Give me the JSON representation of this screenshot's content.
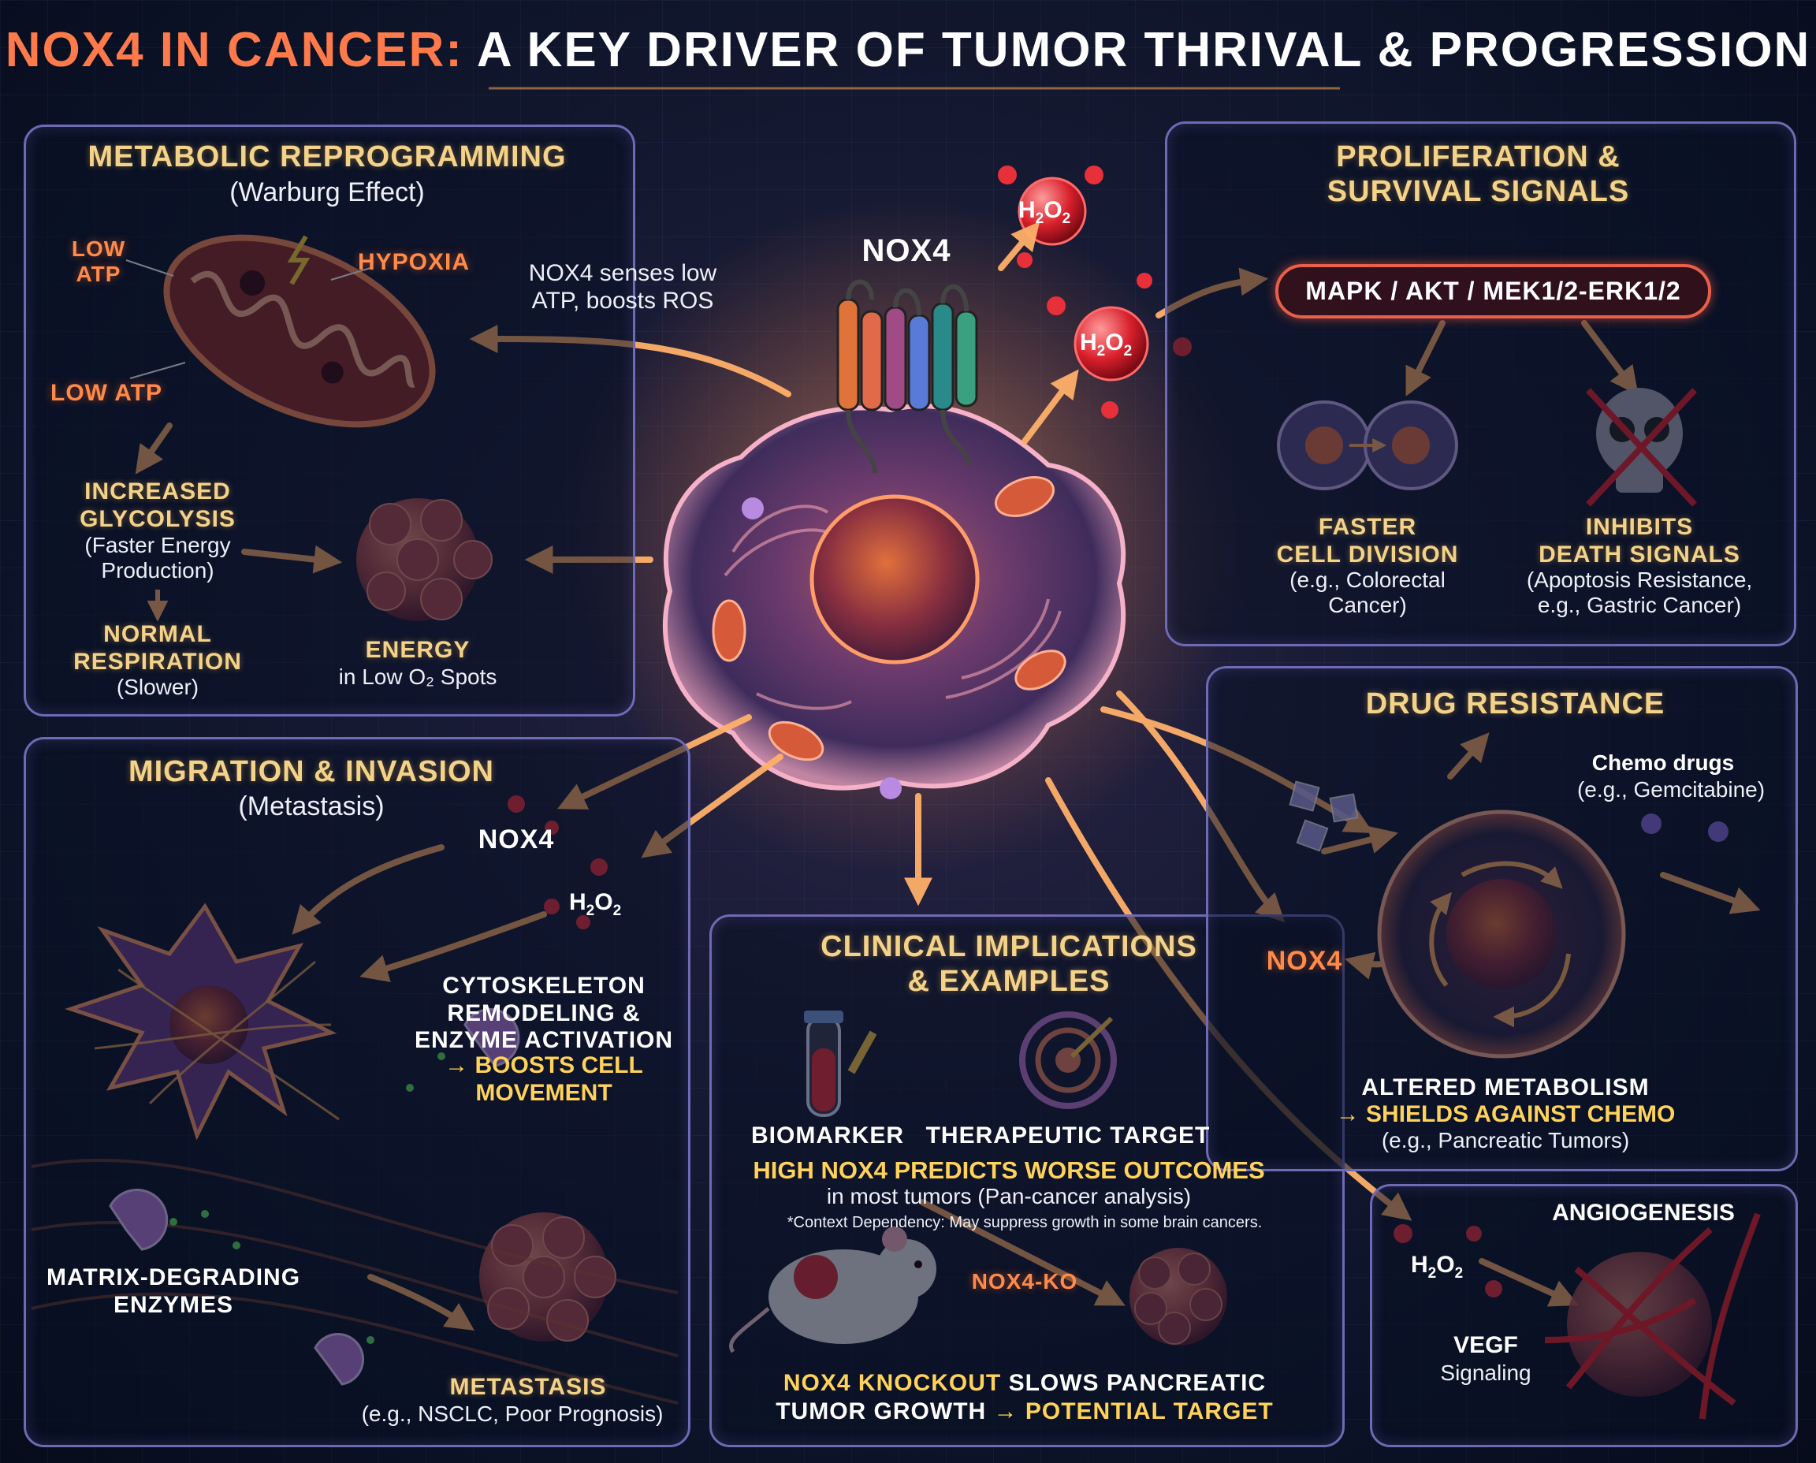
{
  "title": {
    "part1": "NOX4 IN CANCER:",
    "part2": "A KEY DRIVER OF TUMOR THRIVAL & PROGRESSION"
  },
  "metabolic": {
    "heading": "METABOLIC REPROGRAMMING",
    "subheading": "(Warburg Effect)",
    "low_atp_top": "LOW\nATP",
    "hypoxia": "HYPOXIA",
    "low_atp": "LOW ATP",
    "glycolysis_title": "INCREASED\nGLYCOLYSIS",
    "glycolysis_desc": "(Faster Energy\nProduction)",
    "respiration_title": "NORMAL\nRESPIRATION",
    "respiration_desc": "(Slower)",
    "energy_title": "ENERGY",
    "energy_desc": "in Low O₂ Spots"
  },
  "center": {
    "nox4": "NOX4",
    "senses": "NOX4 senses low\nATP, boosts ROS",
    "h2o2_main": "H",
    "h2o2_sub": "2",
    "h2o2_o": "O",
    "h2o2_sub2": "2"
  },
  "proliferation": {
    "heading": "PROLIFERATION &\nSURVIVAL SIGNALS",
    "pathway": "MAPK / AKT / MEK1/2-ERK1/2",
    "division_title": "FASTER\nCELL DIVISION",
    "division_desc": "(e.g., Colorectal\nCancer)",
    "death_title": "INHIBITS\nDEATH SIGNALS",
    "death_desc": "(Apoptosis Resistance,\ne.g., Gastric Cancer)"
  },
  "migration": {
    "heading": "MIGRATION & INVASION",
    "subheading": "(Metastasis)",
    "nox4": "NOX4",
    "cyto_title": "CYTOSKELETON\nREMODELING &\nENZYME ACTIVATION",
    "cyto_hl": "→ BOOSTS CELL\nMOVEMENT",
    "matrix": "MATRIX-DEGRADING\nENZYMES",
    "metastasis_title": "METASTASIS",
    "metastasis_desc": "(e.g., NSCLC, Poor Prognosis)"
  },
  "clinical": {
    "heading": "CLINICAL IMPLICATIONS\n& EXAMPLES",
    "biomarker": "BIOMARKER",
    "target": "THERAPEUTIC TARGET",
    "predict_title": "HIGH NOX4 PREDICTS WORSE OUTCOMES",
    "predict_desc": "in most tumors (Pan-cancer analysis)",
    "context": "*Context Dependency: May suppress growth in some brain cancers.",
    "ko": "NOX4-KO",
    "knockout_a": "NOX4 KNOCKOUT",
    "knockout_b": " SLOWS PANCREATIC",
    "knockout_c": "TUMOR GROWTH",
    "knockout_d": " → POTENTIAL TARGET"
  },
  "drug": {
    "heading": "DRUG RESISTANCE",
    "chemo": "Chemo drugs",
    "chemo_desc": "(e.g., Gemcitabine)",
    "nox4": "NOX4",
    "altered_title": "ALTERED METABOLISM",
    "altered_hl": "→ SHIELDS AGAINST CHEMO",
    "altered_desc": "(e.g., Pancreatic Tumors)"
  },
  "angio": {
    "heading": "ANGIOGENESIS",
    "vegf": "VEGF",
    "signaling": "Signaling"
  },
  "colors": {
    "gold": "#f3d28a",
    "orange": "#ff8a4a",
    "panel_border": "#6e6ab3",
    "highlight": "#ffd25a"
  }
}
